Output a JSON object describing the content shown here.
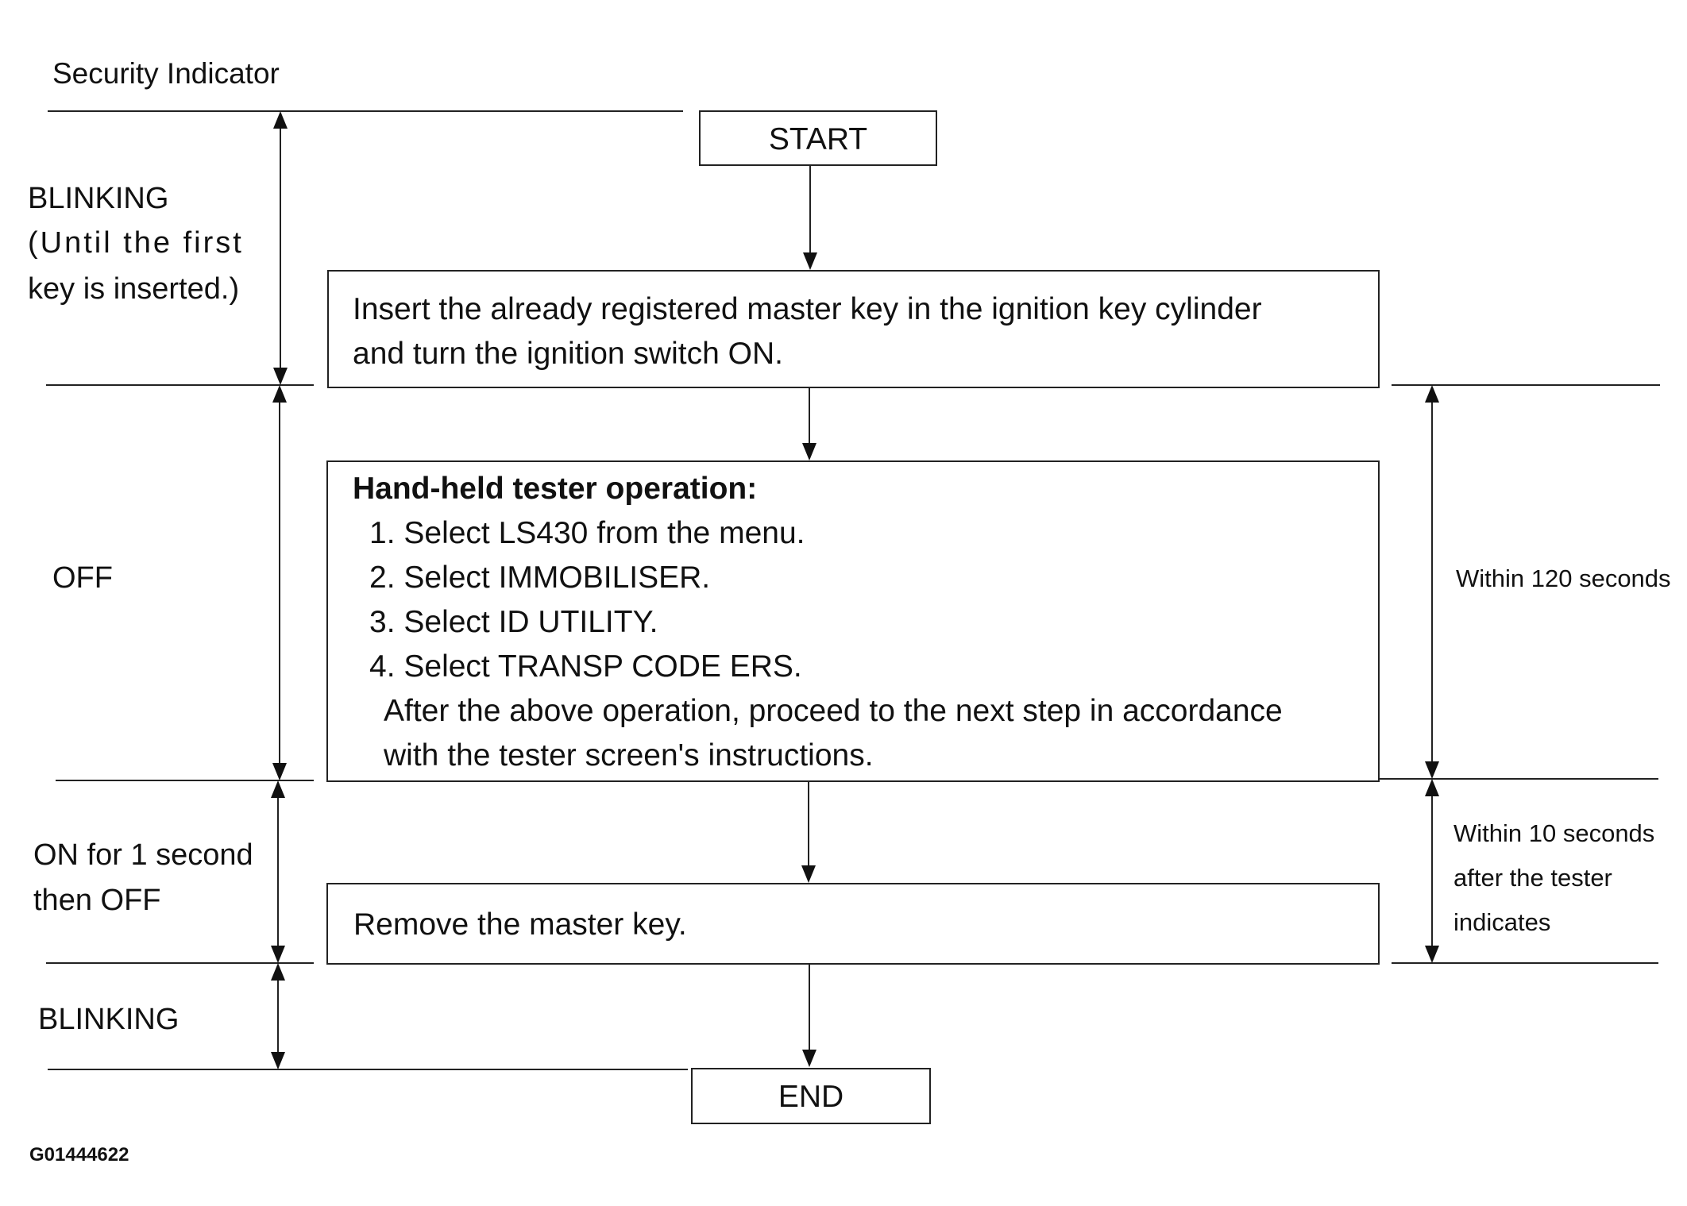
{
  "header": {
    "title": "Security Indicator"
  },
  "indicator_states": {
    "blinking_first": [
      "BLINKING",
      "(Until the first",
      "key is inserted.)"
    ],
    "off": "OFF",
    "on_then_off": [
      "ON for 1 second",
      "then OFF"
    ],
    "blinking_last": "BLINKING"
  },
  "flow": {
    "start": "START",
    "step1": [
      "Insert the already registered master key in the ignition key cylinder",
      "and turn the ignition switch ON."
    ],
    "step2": {
      "heading": "Hand-held tester operation:",
      "items": [
        "1. Select LS430 from the menu.",
        "2. Select IMMOBILISER.",
        "3. Select ID UTILITY.",
        "4. Select TRANSP CODE ERS."
      ],
      "note": [
        "After the above operation, proceed to the next step in accordance",
        "with the tester screen's instructions."
      ]
    },
    "step3": "Remove the master key.",
    "end": "END"
  },
  "timing": {
    "t1": "Within 120 seconds",
    "t2": [
      "Within 10 seconds",
      "after the tester",
      "indicates"
    ]
  },
  "figure_code": "G01444622"
}
